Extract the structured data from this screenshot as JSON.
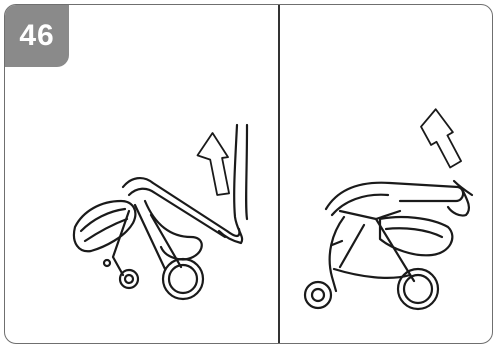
{
  "step": {
    "number": "46"
  },
  "panels": [
    {
      "id": "left",
      "state": "stroller-partially-folded",
      "arrow": "up"
    },
    {
      "id": "right",
      "state": "stroller-folding-further",
      "arrow": "up"
    }
  ],
  "colors": {
    "frame": "#6f6f6f",
    "badge": "#8a8a8a",
    "ink": "#1a1a1a",
    "arrow_fill": "#ffffff"
  }
}
